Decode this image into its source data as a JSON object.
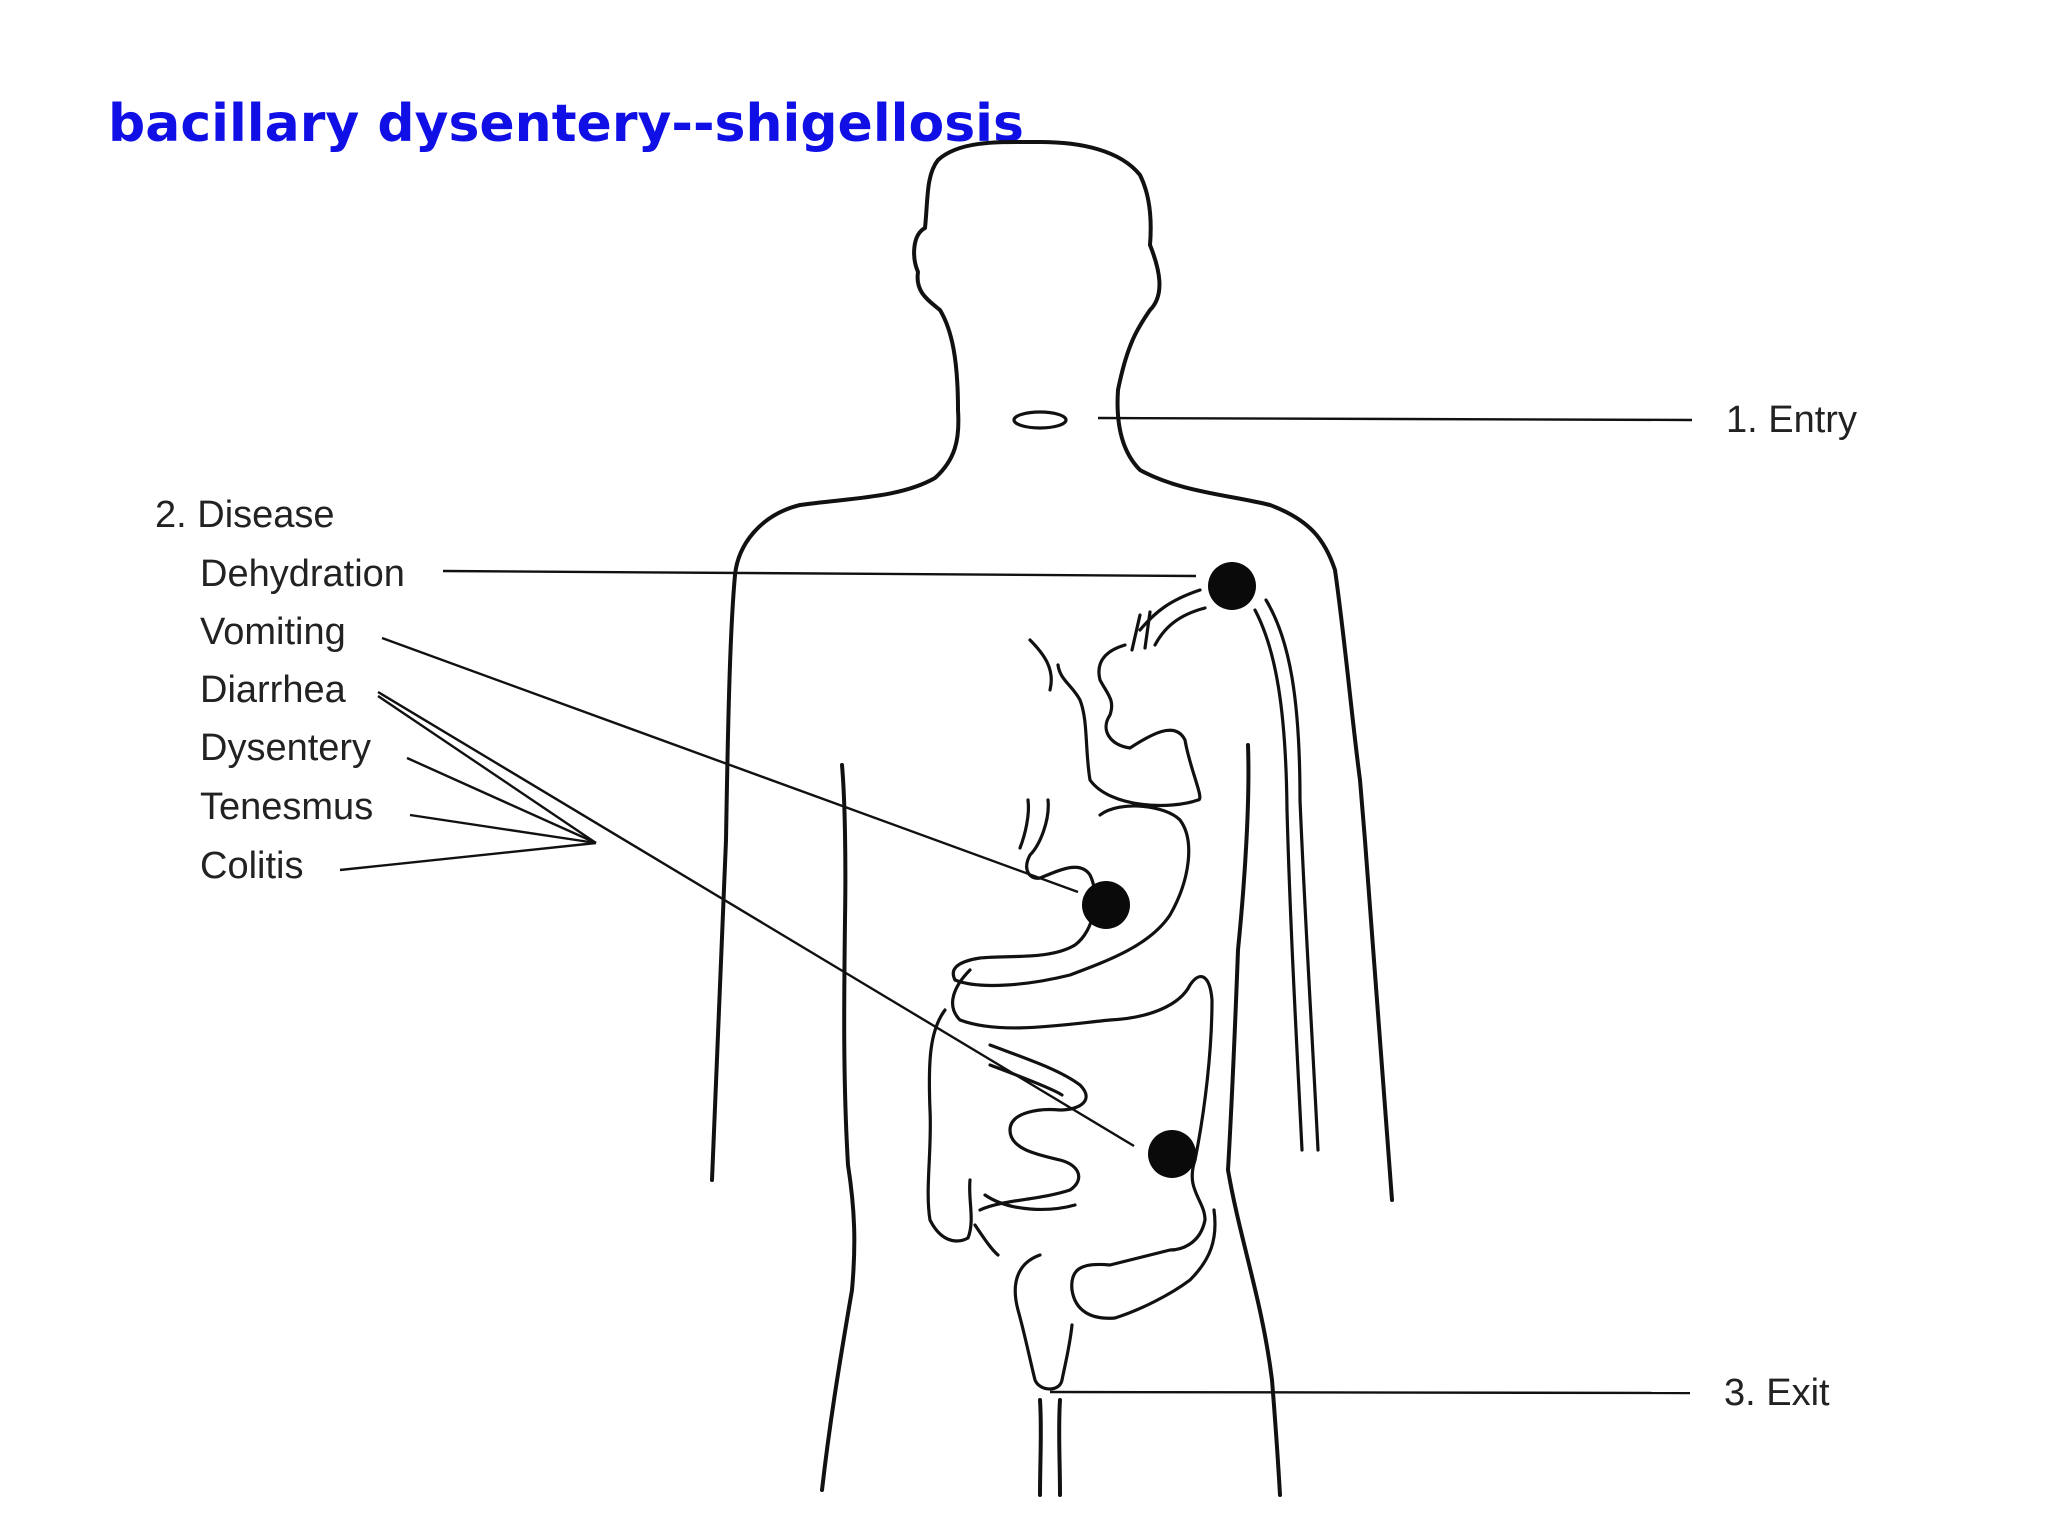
{
  "title": "bacillary dysentery--shigellosis",
  "accent_color": "#1010e6",
  "labels": {
    "entry": "1. Entry",
    "disease_heading": "2. Disease",
    "symptoms": [
      "Dehydration",
      "Vomiting",
      "Diarrhea",
      "Dysentery",
      "Tenesmus",
      "Colitis"
    ],
    "exit": "3. Exit"
  }
}
